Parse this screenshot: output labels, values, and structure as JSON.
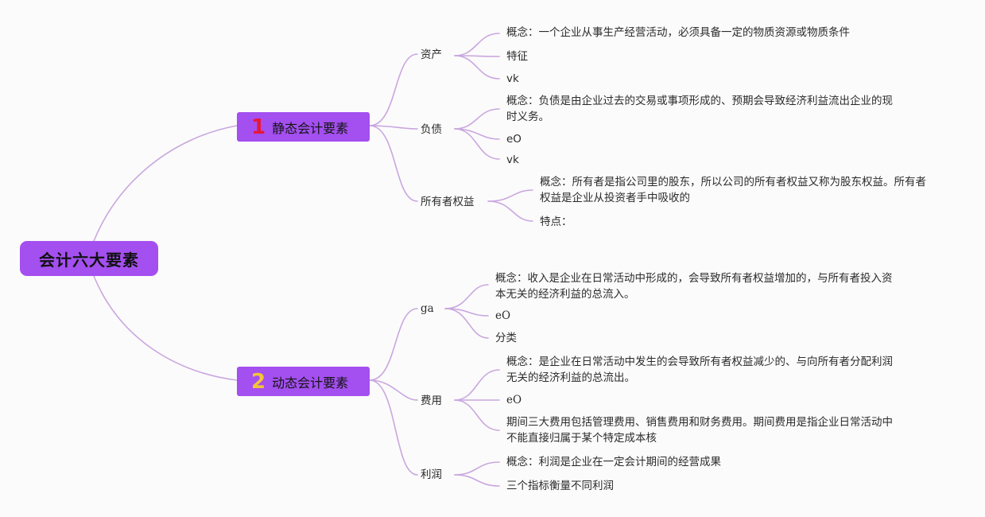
{
  "root": {
    "label": "会计六大要素"
  },
  "branches": [
    {
      "badge": "1",
      "badge_color": "#e8173a",
      "label": "静态会计要素",
      "children": [
        {
          "label": "资产",
          "items": [
            "概念：一个企业从事生产经营活动，必须具备一定的物质资源或物质条件",
            "特征",
            "vk"
          ]
        },
        {
          "label": "负债",
          "items": [
            "概念：负债是由企业过去的交易或事项形成的、预期会导致经济利益流出企业的现时义务。",
            "eO",
            "vk"
          ]
        },
        {
          "label": "所有者权益",
          "items": [
            "概念：所有者是指公司里的股东，所以公司的所有者权益又称为股东权益。所有者权益是企业从投资者手中吸收的",
            "特点："
          ]
        }
      ]
    },
    {
      "badge": "2",
      "badge_color": "#f3c437",
      "label": "动态会计要素",
      "children": [
        {
          "label": "ga",
          "items": [
            "概念：收入是企业在日常活动中形成的，会导致所有者权益增加的，与所有者投入资本无关的经济利益的总流入。",
            "eO",
            "分类"
          ]
        },
        {
          "label": "费用",
          "items": [
            "概念：是企业在日常活动中发生的会导致所有者权益减少的、与向所有者分配利润无关的经济利益的总流出。",
            "eO",
            "期间三大费用包括管理费用、销售费用和财务费用。期间费用是指企业日常活动中不能直接归属于某个特定成本核"
          ]
        },
        {
          "label": "利润",
          "items": [
            "概念：利润是企业在一定会计期间的经营成果",
            "三个指标衡量不同利润"
          ]
        }
      ]
    }
  ]
}
